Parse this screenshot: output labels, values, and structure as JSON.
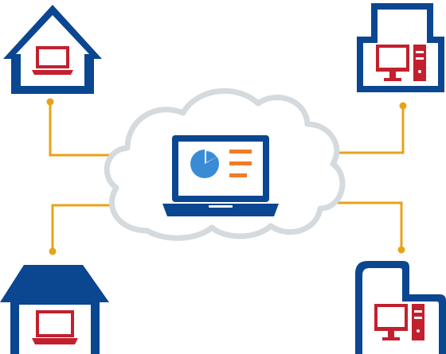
{
  "colors": {
    "navy": "#0b4690",
    "red": "#c2202e",
    "orange": "#e8a21a",
    "cloud_outline": "#d4dadd",
    "cloud_fill": "#ffffff",
    "pie_blue": "#3a8bd6",
    "bar_orange": "#f07c28",
    "background": "#ffffff"
  },
  "nodes": [
    {
      "id": "home-office-top-left",
      "icon": "house-icon",
      "device": "laptop-icon"
    },
    {
      "id": "office-building-top-right",
      "icon": "office-building-icon",
      "device": "desktop-computer-icon"
    },
    {
      "id": "home-office-bottom-left",
      "icon": "house-icon",
      "device": "laptop-icon"
    },
    {
      "id": "office-building-bottom-right",
      "icon": "office-building-icon",
      "device": "desktop-computer-icon"
    }
  ],
  "center": {
    "icon": "cloud-icon",
    "device": "laptop-dashboard-icon",
    "screen_items": [
      "pie-chart-icon",
      "bar-list-icon"
    ]
  },
  "connections": [
    {
      "from": "cloud",
      "to": "home-office-top-left"
    },
    {
      "from": "cloud",
      "to": "office-building-top-right"
    },
    {
      "from": "cloud",
      "to": "home-office-bottom-left"
    },
    {
      "from": "cloud",
      "to": "office-building-bottom-right"
    }
  ]
}
